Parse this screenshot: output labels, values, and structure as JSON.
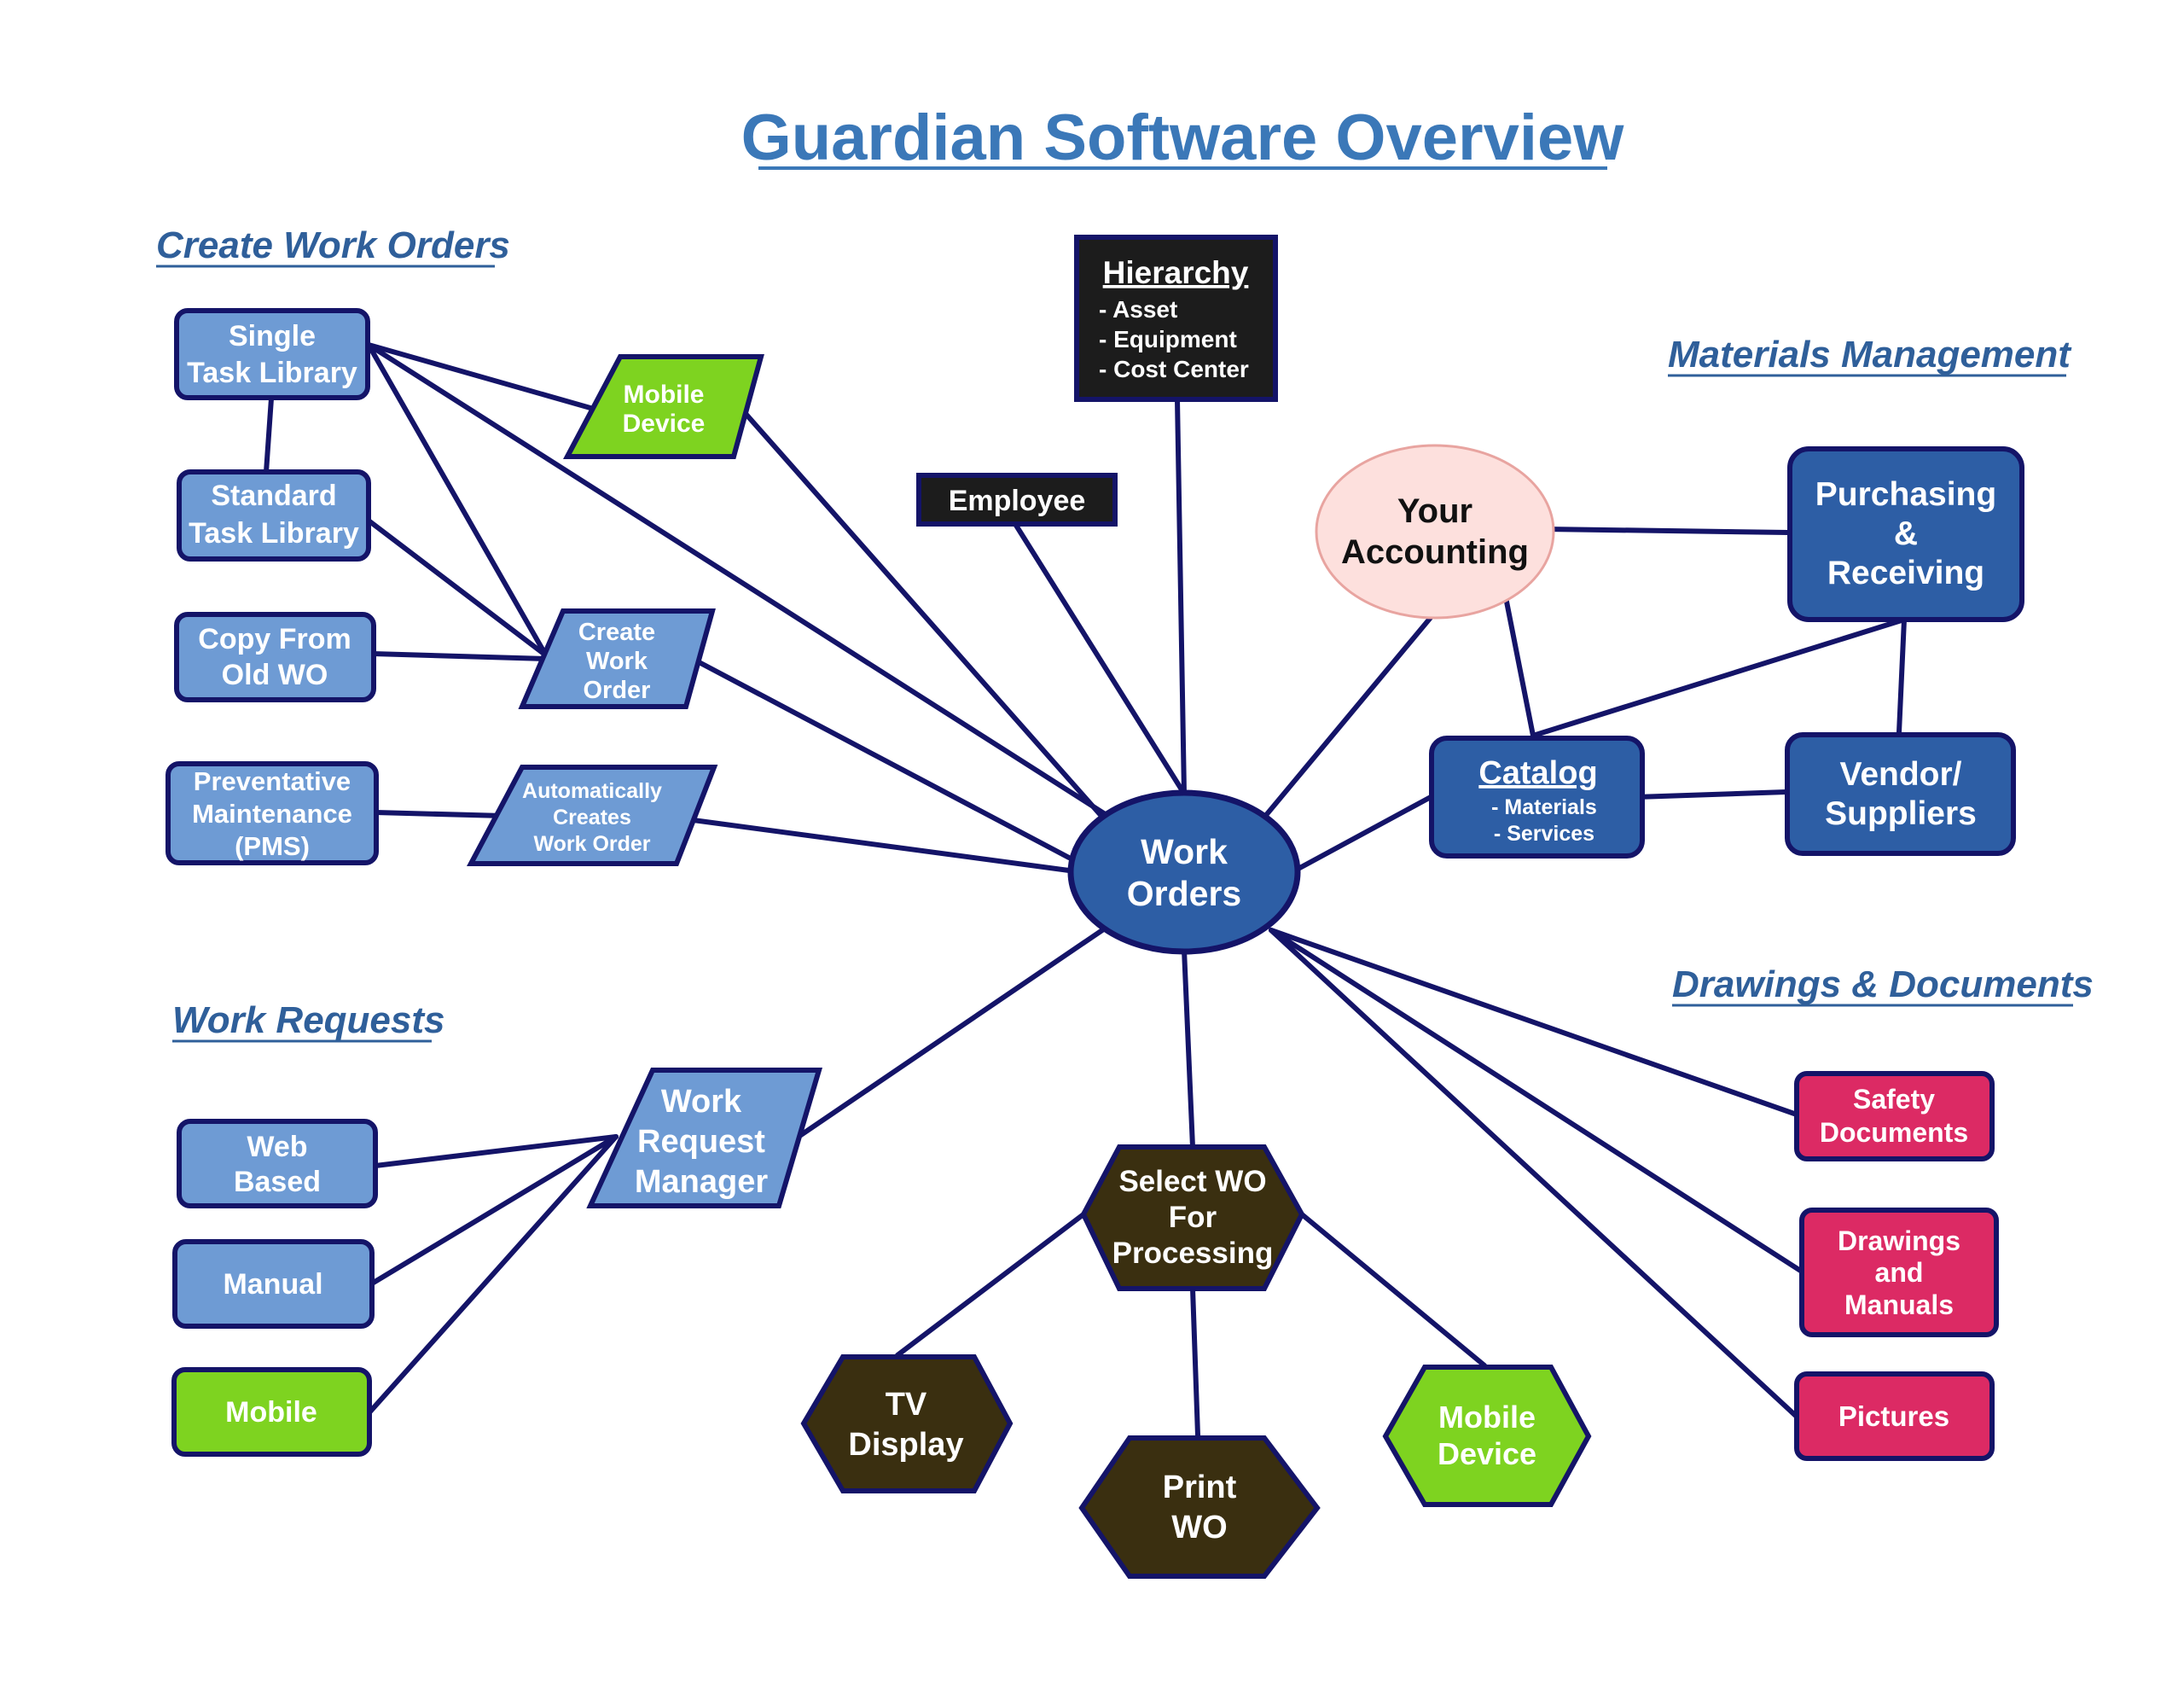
{
  "title": "Guardian Software Overview",
  "sections": {
    "create_work_orders": "Create Work Orders",
    "materials_management": "Materials Management",
    "work_requests": "Work Requests",
    "drawings_documents": "Drawings & Documents"
  },
  "colors": {
    "line": "#141468",
    "light_blue": "#6e9bd4",
    "dark_blue": "#2d5ea5",
    "green": "#7ed320",
    "pink": "#dc2a64",
    "black_box": "#1c1c1c",
    "hexagon": "#3a2f10",
    "accounting": "#fde0dd",
    "title_blue": "#3b78b8"
  },
  "nodes": {
    "work_orders": [
      "Work",
      "Orders"
    ],
    "single_task_library": [
      "Single",
      "Task Library"
    ],
    "standard_task_library": [
      "Standard",
      "Task Library"
    ],
    "copy_from_old_wo": [
      "Copy From",
      "Old WO"
    ],
    "preventative_maintenance": [
      "Preventative",
      "Maintenance",
      "(PMS)"
    ],
    "mobile_device_top": [
      "Mobile",
      "Device"
    ],
    "create_work_order": [
      "Create",
      "Work",
      "Order"
    ],
    "auto_creates_wo": [
      "Automatically",
      "Creates",
      "Work Order"
    ],
    "hierarchy": {
      "heading": "Hierarchy",
      "items": [
        "- Asset",
        "- Equipment",
        "- Cost Center"
      ]
    },
    "employee": "Employee",
    "your_accounting": [
      "Your",
      "Accounting"
    ],
    "purchasing_receiving": [
      "Purchasing",
      "&",
      "Receiving"
    ],
    "catalog": {
      "heading": "Catalog",
      "items": [
        "- Materials",
        "- Services"
      ]
    },
    "vendor_suppliers": [
      "Vendor/",
      "Suppliers"
    ],
    "work_request_manager": [
      "Work",
      "Request",
      "Manager"
    ],
    "web_based": [
      "Web",
      "Based"
    ],
    "manual": "Manual",
    "mobile": "Mobile",
    "select_wo": [
      "Select WO",
      "For",
      "Processing"
    ],
    "tv_display": [
      "TV",
      "Display"
    ],
    "print_wo": [
      "Print",
      "WO"
    ],
    "mobile_device_bottom": [
      "Mobile",
      "Device"
    ],
    "safety_documents": [
      "Safety",
      "Documents"
    ],
    "drawings_manuals": [
      "Drawings",
      "and",
      "Manuals"
    ],
    "pictures": "Pictures"
  }
}
